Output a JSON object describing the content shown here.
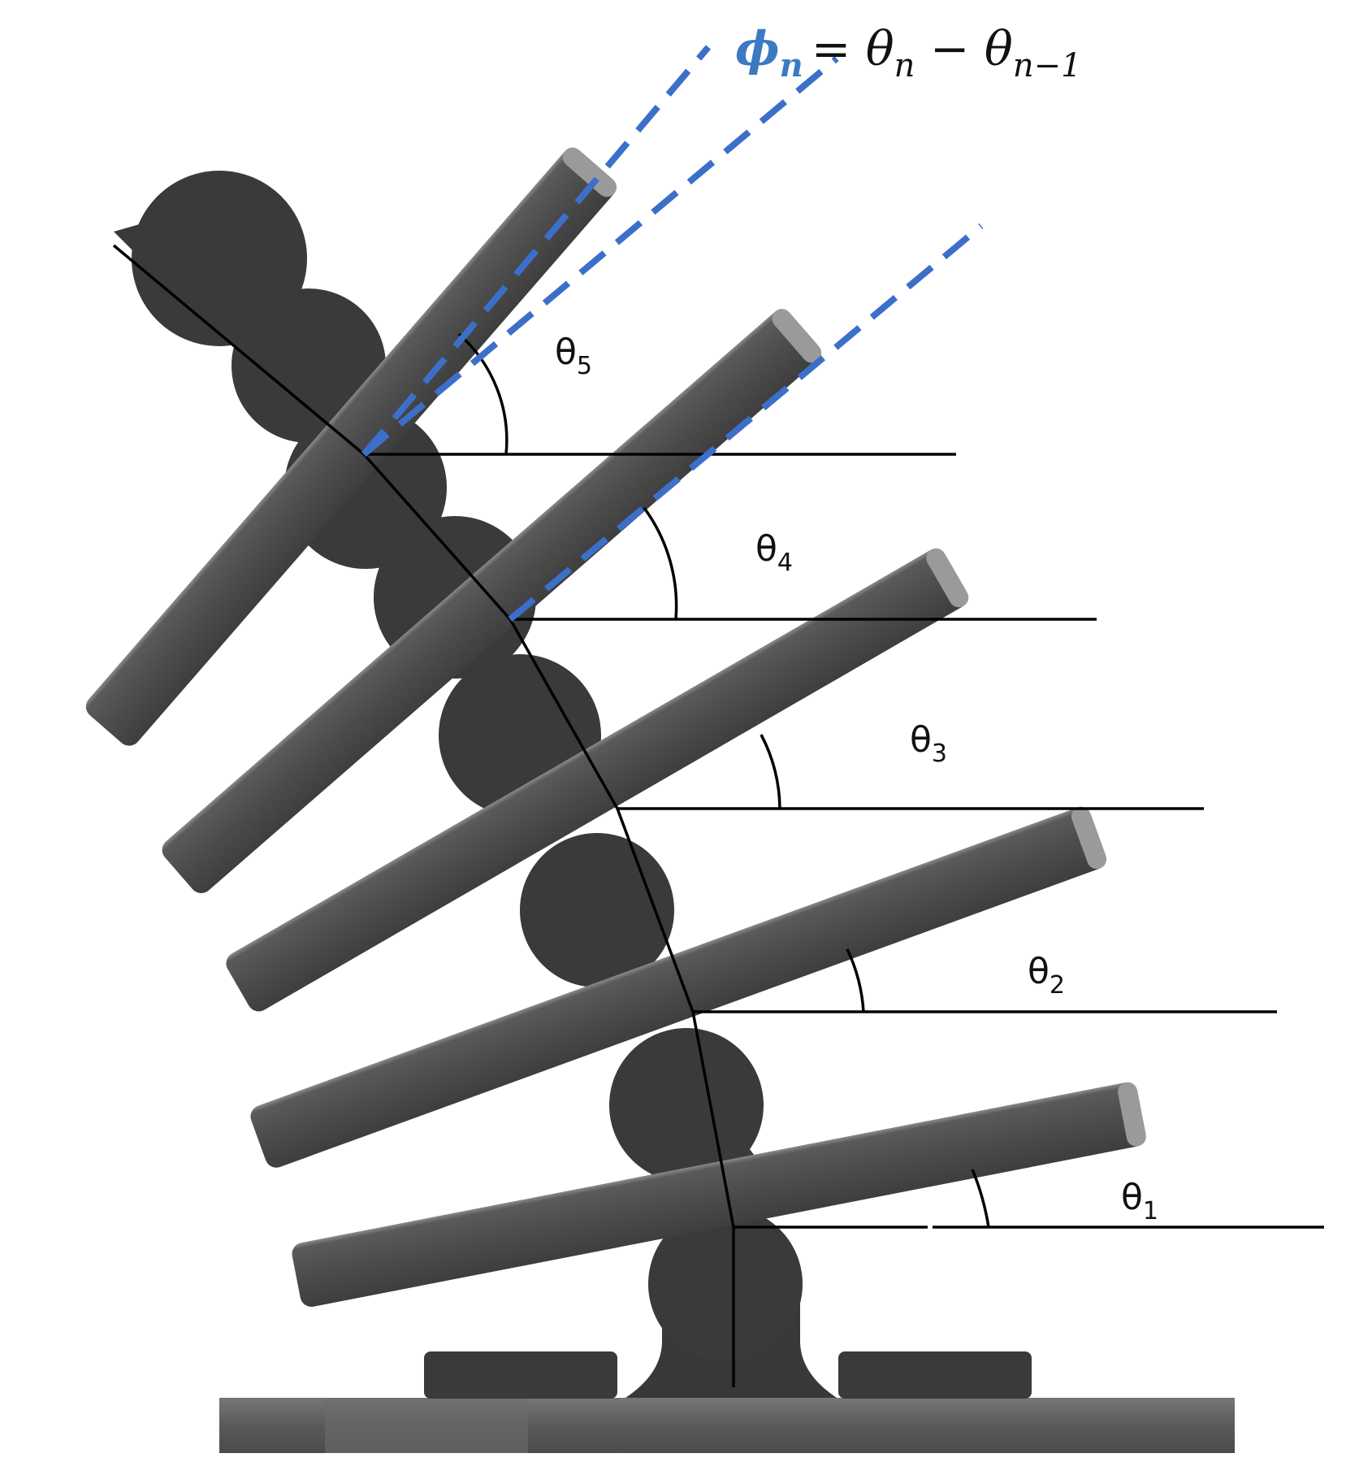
{
  "diagram": {
    "equation": {
      "lhs": "ϕ",
      "lhs_sub": "n",
      "rhs": "= θ",
      "rhs_sub1": "n",
      "minus": " − θ",
      "rhs_sub2": "n−1"
    },
    "angles": [
      {
        "symbol": "θ",
        "sub": "1"
      },
      {
        "symbol": "θ",
        "sub": "2"
      },
      {
        "symbol": "θ",
        "sub": "3"
      },
      {
        "symbol": "θ",
        "sub": "4"
      },
      {
        "symbol": "θ",
        "sub": "5"
      }
    ],
    "colors": {
      "blade": "#4b4b4b",
      "spine": "#393939",
      "base": "#5c5c5c",
      "dashed": "#3c6fc9",
      "equation_lhs": "#3b7ac2",
      "ink": "#111111"
    }
  }
}
